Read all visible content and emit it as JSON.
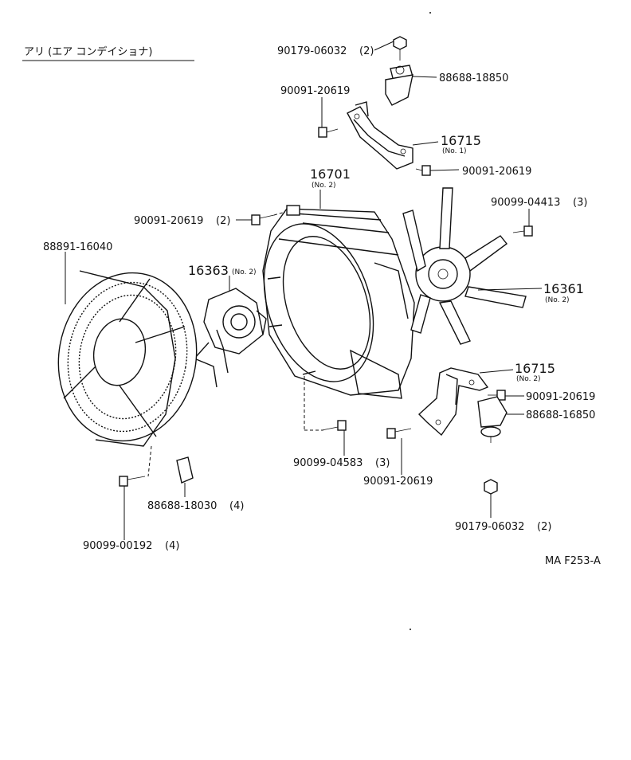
{
  "title": "アリ (エア コンデイショナ)",
  "drawing_code": "MA F253-A",
  "callouts": {
    "c1": {
      "part": "90179-06032",
      "qty": "(2)"
    },
    "c2": {
      "part": "88688-18850"
    },
    "c3": {
      "part": "90091-20619"
    },
    "c4": {
      "part": "16715",
      "note": "(No. 1)"
    },
    "c5": {
      "part": "90091-20619"
    },
    "c6": {
      "part": "16701",
      "note": "(No. 2)"
    },
    "c7": {
      "part": "90091-20619",
      "qty": "(2)"
    },
    "c8": {
      "part": "90099-04413",
      "qty": "(3)"
    },
    "c9": {
      "part": "88891-16040"
    },
    "c10": {
      "part": "16363",
      "note": "(No. 2)"
    },
    "c11": {
      "part": "16361",
      "note": "(No. 2)"
    },
    "c12": {
      "part": "16715",
      "note": "(No. 2)"
    },
    "c13": {
      "part": "90091-20619"
    },
    "c14": {
      "part": "88688-16850"
    },
    "c15": {
      "part": "90099-04583",
      "qty": "(3)"
    },
    "c16": {
      "part": "90091-20619"
    },
    "c17": {
      "part": "88688-18030",
      "qty": "(4)"
    },
    "c18": {
      "part": "90179-06032",
      "qty": "(2)"
    },
    "c19": {
      "part": "90099-00192",
      "qty": "(4)"
    }
  }
}
